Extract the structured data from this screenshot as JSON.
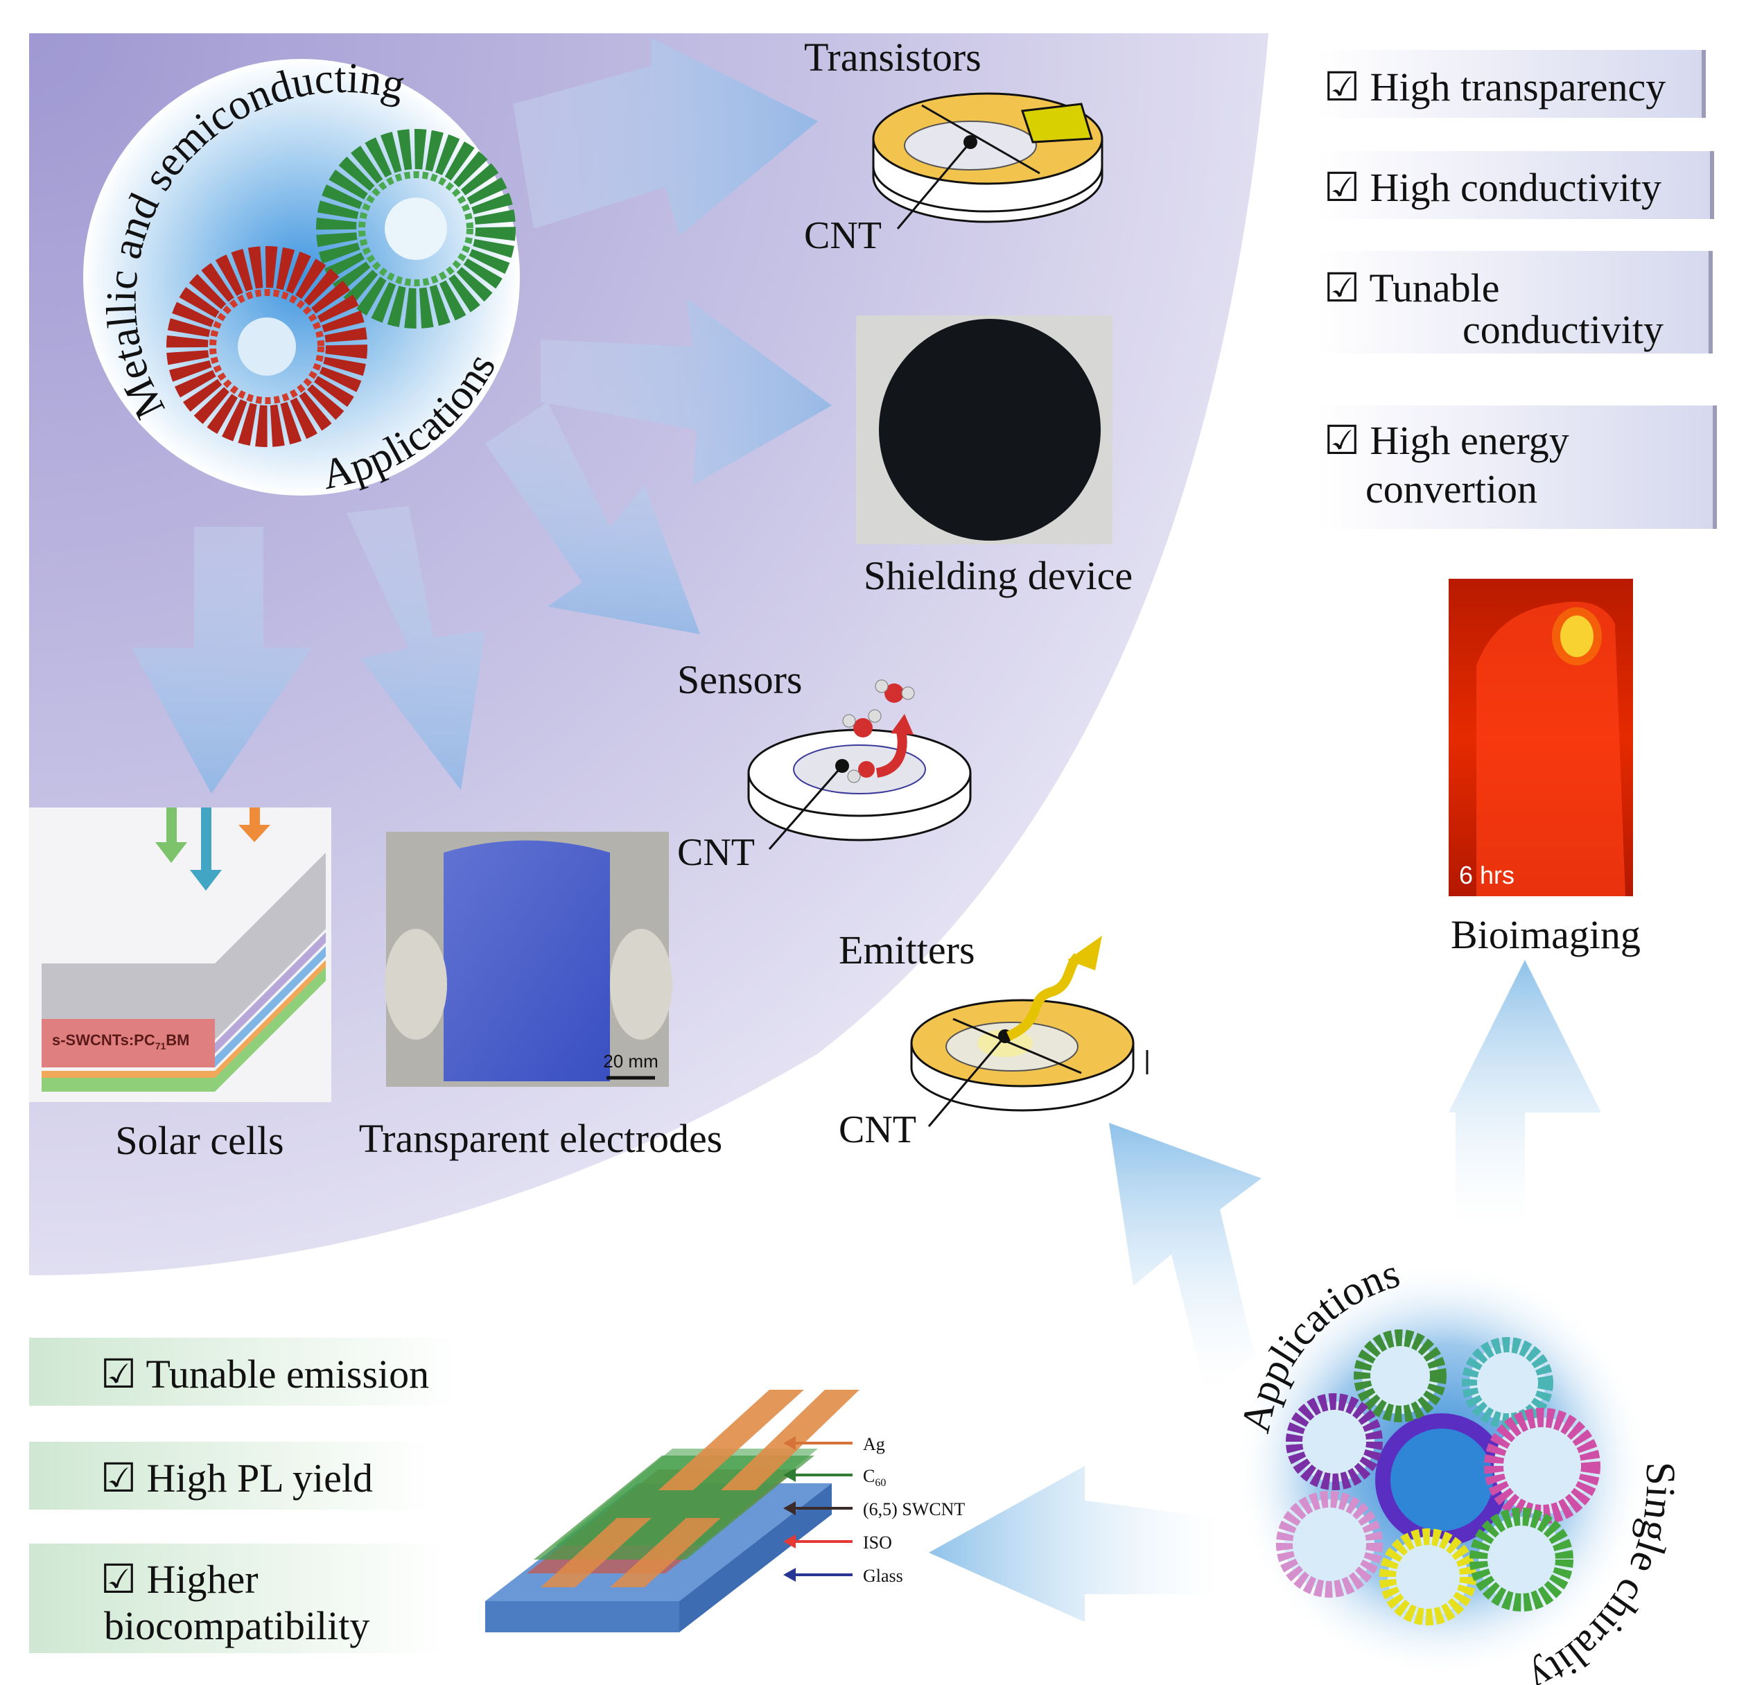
{
  "top_hub": {
    "curved_title": "Metallic and semiconducting",
    "curved_subtitle": "Applications"
  },
  "top_properties": [
    {
      "check": "☑",
      "line1": "High transparency",
      "line2": ""
    },
    {
      "check": "☑",
      "line1": "High conductivity",
      "line2": ""
    },
    {
      "check": "☑",
      "line1": "Tunable",
      "line2": "conductivity"
    },
    {
      "check": "☑",
      "line1": "High energy",
      "line2": "convertion"
    }
  ],
  "applications": {
    "transistors": {
      "title": "Transistors",
      "cnt_label": "CNT"
    },
    "shielding": {
      "label": "Shielding device"
    },
    "sensors": {
      "title": "Sensors",
      "cnt_label": "CNT"
    },
    "solar": {
      "label": "Solar cells",
      "device_text": "s-SWCNTs:PC",
      "device_sub": "71",
      "device_suffix": "BM"
    },
    "electrodes": {
      "label": "Transparent electrodes",
      "scale": "20 mm"
    },
    "emitters": {
      "title": "Emitters",
      "cnt_label": "CNT"
    },
    "bioimaging": {
      "label": "Bioimaging",
      "time": "6 hrs"
    }
  },
  "bottom_hub": {
    "curved_title": "Single chirality",
    "curved_subtitle": "Applications"
  },
  "bottom_properties": [
    {
      "check": "☑",
      "line1": "Tunable emission",
      "line2": ""
    },
    {
      "check": "☑",
      "line1": "High PL yield",
      "line2": ""
    },
    {
      "check": "☑",
      "line1": "Higher",
      "line2": "biocompatibility"
    }
  ],
  "device_layers": [
    {
      "label": "Ag",
      "color": "#d5733a"
    },
    {
      "label": "C",
      "sub": "60",
      "color": "#2e7d32"
    },
    {
      "label": "(6,5) SWCNT",
      "color": "#3a2a2a"
    },
    {
      "label": "ISO",
      "color": "#e53935"
    },
    {
      "label": "Glass",
      "color": "#283593"
    }
  ],
  "colors": {
    "panel_purple": "#a9a3d6",
    "arrow_blue": "#9ec4ea",
    "gold": "#f2c44e",
    "prop_tint_top": "#dcdff0",
    "prop_tint_bottom": "#d6ecd9"
  }
}
